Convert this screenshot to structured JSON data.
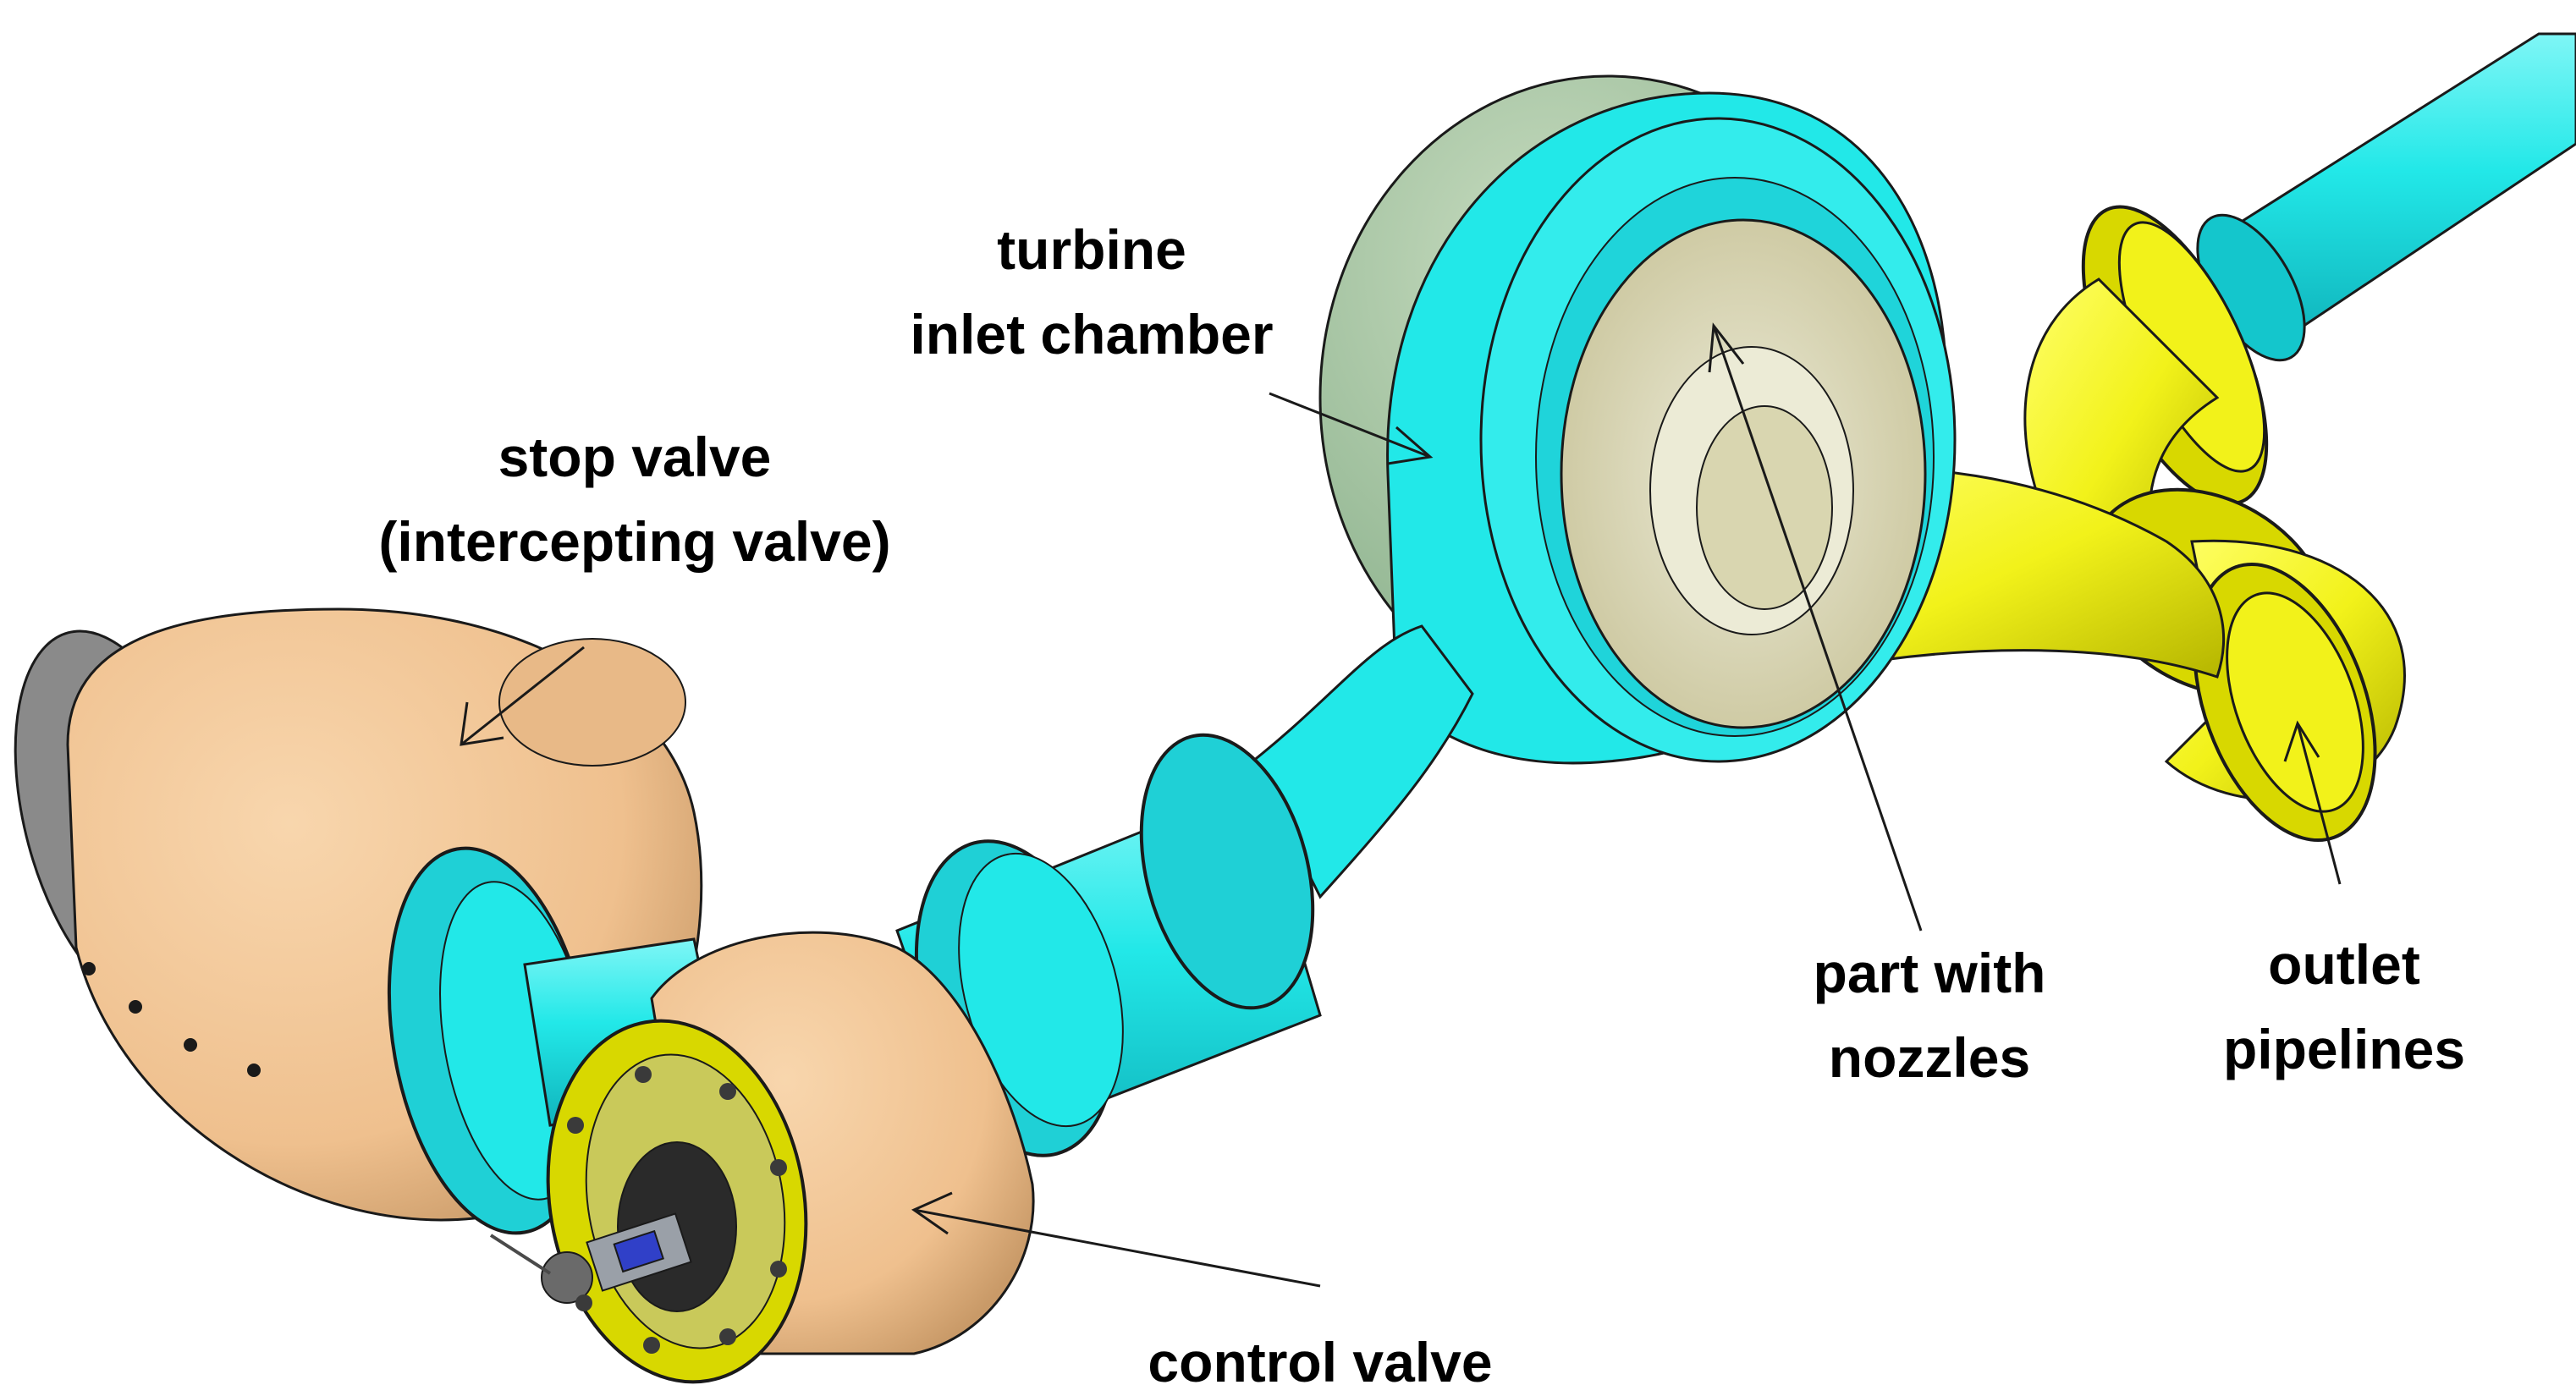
{
  "labels": {
    "turbine_inlet_chamber": [
      "turbine",
      "inlet chamber"
    ],
    "stop_valve": [
      "stop valve",
      "(intercepting valve)"
    ],
    "part_with_nozzles": [
      "part with",
      "nozzles"
    ],
    "outlet_pipelines": [
      "outlet",
      "pipelines"
    ],
    "control_valve": [
      "control valve"
    ]
  },
  "colors": {
    "cyan_body": "#22e8e8",
    "cyan_dark": "#12b8c0",
    "tan_valve": "#f0c391",
    "tan_dark": "#c99a68",
    "yellow_pipe": "#f2f21a",
    "yellow_dark": "#b8b800",
    "nozzle_plate": "#d9d6b0",
    "sage_back": "#9fc49a",
    "gray_ring": "#8a8a8a",
    "outline": "#1a1a1a",
    "label_text": "#000000"
  }
}
